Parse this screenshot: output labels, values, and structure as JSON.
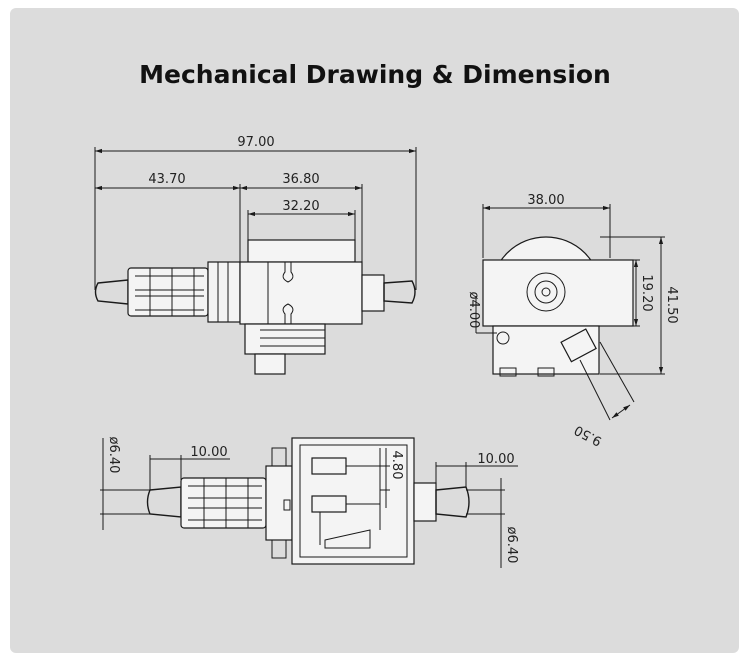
{
  "title": "Mechanical Drawing & Dimension",
  "dimensions": {
    "overall_length": "97.00",
    "left_section": "43.70",
    "body_length": "36.80",
    "coil_length": "32.20",
    "width": "38.00",
    "coil_height": "19.20",
    "total_height": "41.50",
    "mount_dia": "ø4.00",
    "angle_dim": "9.50",
    "inlet_len": "10.00",
    "outlet_len": "10.00",
    "inlet_dia": "ø6.40",
    "outlet_dia": "ø6.40",
    "terminal_gap": "4.80"
  },
  "colors": {
    "panel": "#dcdcdc",
    "line": "#1a1a1a",
    "part_fill": "#f4f4f4"
  }
}
